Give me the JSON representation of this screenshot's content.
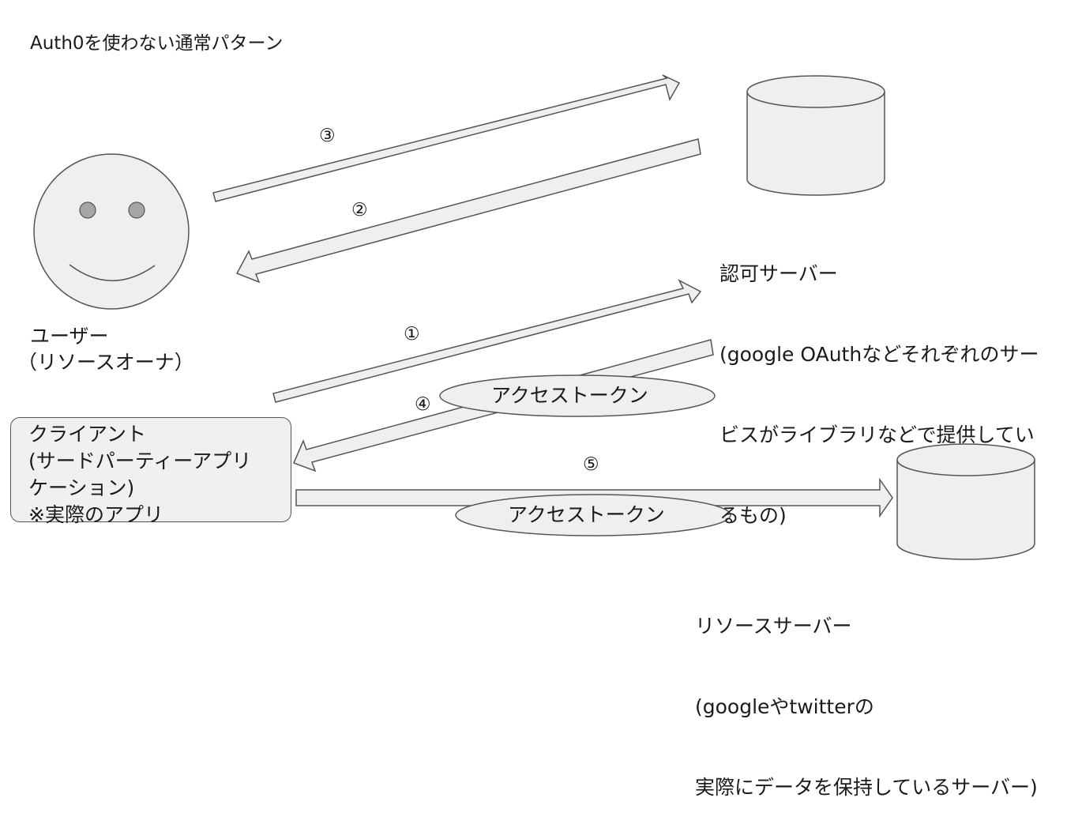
{
  "title": "Auth0を使わない通常パターン",
  "user": {
    "label_line1": "ユーザー",
    "label_line2": "（リソースオーナ）"
  },
  "auth_server": {
    "lines": [
      "認可サーバー",
      "(google OAuthなどそれぞれのサー",
      "ビスがライブラリなどで提供してい",
      "るもの)"
    ]
  },
  "client": {
    "lines": [
      "クライアント",
      "(サードパーティーアプリ",
      "ケーション)",
      "※実際のアプリ"
    ]
  },
  "resource_server": {
    "lines": [
      "リソースサーバー",
      "(googleやtwitterの",
      "実際にデータを保持しているサーバー)"
    ]
  },
  "steps": {
    "s1": "①",
    "s2": "②",
    "s3": "③",
    "s4": "④",
    "s5": "⑤"
  },
  "token_label_1": "アクセストークン",
  "token_label_2": "アクセストークン",
  "colors": {
    "shape_fill": "#efefef",
    "stroke": "#555555",
    "eye_fill": "#a6a6a6"
  }
}
